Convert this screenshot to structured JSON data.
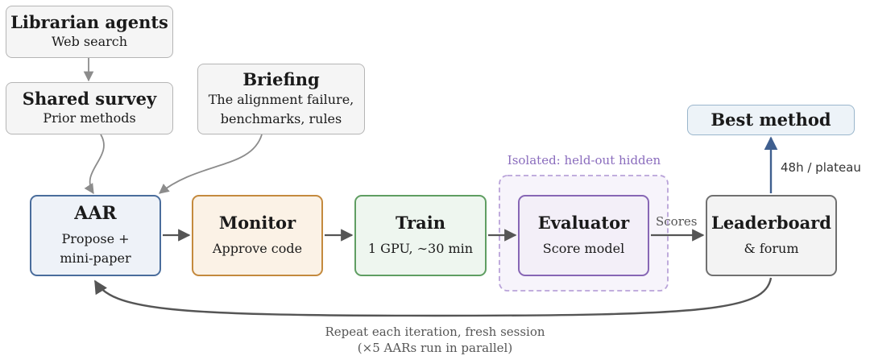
{
  "nodes": {
    "librarian": {
      "title": "Librarian agents",
      "subtitle": "Web search"
    },
    "survey": {
      "title": "Shared survey",
      "subtitle": "Prior methods"
    },
    "briefing": {
      "title": "Briefing",
      "line1": "The alignment failure,",
      "line2": "benchmarks, rules"
    },
    "aar": {
      "title": "AAR",
      "line1": "Propose +",
      "line2": "mini-paper"
    },
    "monitor": {
      "title": "Monitor",
      "subtitle": "Approve code"
    },
    "train": {
      "title": "Train",
      "subtitle": "1 GPU, ∼30 min"
    },
    "evaluator": {
      "title": "Evaluator",
      "subtitle": "Score model"
    },
    "leaderboard": {
      "title": "Leaderboard",
      "subtitle": "& forum"
    },
    "best": {
      "title": "Best method"
    }
  },
  "labels": {
    "isolated": "Isolated: held-out hidden",
    "scores": "Scores",
    "plateau": "48h / plateau",
    "loop_line1": "Repeat each iteration, fresh session",
    "loop_line2": "(×5 AARs run in parallel)"
  },
  "colors": {
    "aar_border": "#4a6d9c",
    "monitor_border": "#c48a3e",
    "train_border": "#5f9e62",
    "evaluator_border": "#8766b5",
    "isolated_region": "#b9a3d9",
    "best_arrow": "#3f5f8f"
  }
}
